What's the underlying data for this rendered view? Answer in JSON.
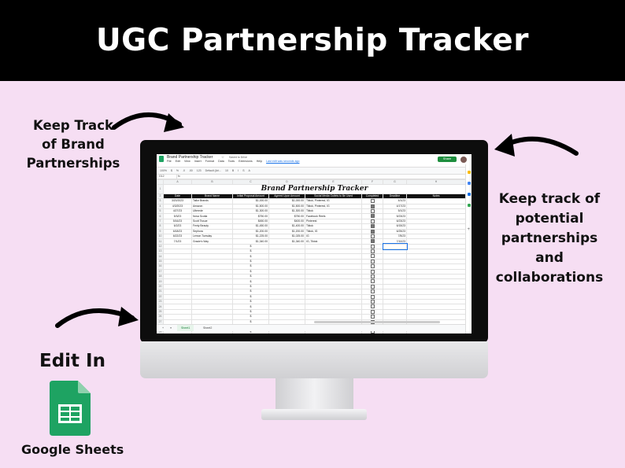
{
  "banner": {
    "title": "UGC Partnership Tracker"
  },
  "left_caption": [
    "Keep Track",
    "of Brand",
    "Partnerships"
  ],
  "right_caption": [
    "Keep track of",
    "potential",
    "partnerships",
    "and",
    "collaborations"
  ],
  "edit_in": "Edit In",
  "logo_label": "Google Sheets",
  "sheet": {
    "doc_title": "Brand Partnership Tracker",
    "saved": "Saved to Drive",
    "menus": [
      "File",
      "Edit",
      "View",
      "Insert",
      "Format",
      "Data",
      "Tools",
      "Extensions",
      "Help"
    ],
    "last_edit": "Last edit was seconds ago",
    "share": "Share",
    "toolbar": [
      "100%",
      "$",
      "%",
      ".0",
      ".00",
      "123",
      "Default (Ari...",
      "10",
      "B",
      "I",
      "S",
      "A"
    ],
    "cell_ref": "G12",
    "column_letters": [
      "",
      "A",
      "B",
      "C",
      "D",
      "E",
      "F",
      "G",
      "H"
    ],
    "sheet_title": "Brand Partnership Tracker",
    "headers": [
      "Date",
      "Brand Name",
      "Initial Proposal Amount",
      "Agreed Upon Amount",
      "Social Media Outlets to Be Used",
      "Completed",
      "Deadline",
      "Notes"
    ],
    "rows": [
      {
        "date": "3/20/2023",
        "brand": "Tallor Brands",
        "initial": "$1,000.00",
        "agreed": "$1,000.00",
        "outlets": "Tiktok, Pinterest, IG",
        "done": false,
        "deadline": "4/1/23",
        "notes": ""
      },
      {
        "date": "4/3/2023",
        "brand": "Amazon",
        "initial": "$1,500.00",
        "agreed": "$1,500.00",
        "outlets": "Tiktok, Pinterest, IG",
        "done": true,
        "deadline": "4/17/23",
        "notes": ""
      },
      {
        "date": "4/27/23",
        "brand": "Ulterede",
        "initial": "$1,300.00",
        "agreed": "$1,300.00",
        "outlets": "Tiktok",
        "done": false,
        "deadline": "5/1/23",
        "notes": ""
      },
      {
        "date": "5/3/23",
        "brand": "Nova Scotia",
        "initial": "$750.00",
        "agreed": "$750.00",
        "outlets": "Facebook Reels",
        "done": true,
        "deadline": "5/23/23",
        "notes": ""
      },
      {
        "date": "5/16/23",
        "brand": "Scott Tissue",
        "initial": "$450.00",
        "agreed": "$400.00",
        "outlets": "Pinterest",
        "done": false,
        "deadline": "6/23/23",
        "notes": ""
      },
      {
        "date": "6/2/23",
        "brand": "Fenty Beauty",
        "initial": "$1,450.00",
        "agreed": "$1,400.00",
        "outlets": "Tiktok",
        "done": true,
        "deadline": "6/15/23",
        "notes": ""
      },
      {
        "date": "6/18/23",
        "brand": "Sephora",
        "initial": "$1,200.00",
        "agreed": "$1,200.00",
        "outlets": "Tiktok, IG",
        "done": true,
        "deadline": "6/25/23",
        "notes": ""
      },
      {
        "date": "6/22/23",
        "brand": "Lemon Tuesday",
        "initial": "$1,225.00",
        "agreed": "$1,025.00",
        "outlets": "IG",
        "done": false,
        "deadline": "7/5/23",
        "notes": ""
      },
      {
        "date": "7/1/23",
        "brand": "Gracie's Way",
        "initial": "$1,340.00",
        "agreed": "$1,340.00",
        "outlets": "IG, Tiktok",
        "done": true,
        "deadline": "7/10/23",
        "notes": ""
      }
    ],
    "empty_amount": "$",
    "tabs": [
      "Sheet1",
      "Sheet2"
    ]
  },
  "colors": {
    "banner": "#000000",
    "background": "#f6def3",
    "sheets_green": "#1ea362",
    "share_green": "#1e8e3e"
  }
}
